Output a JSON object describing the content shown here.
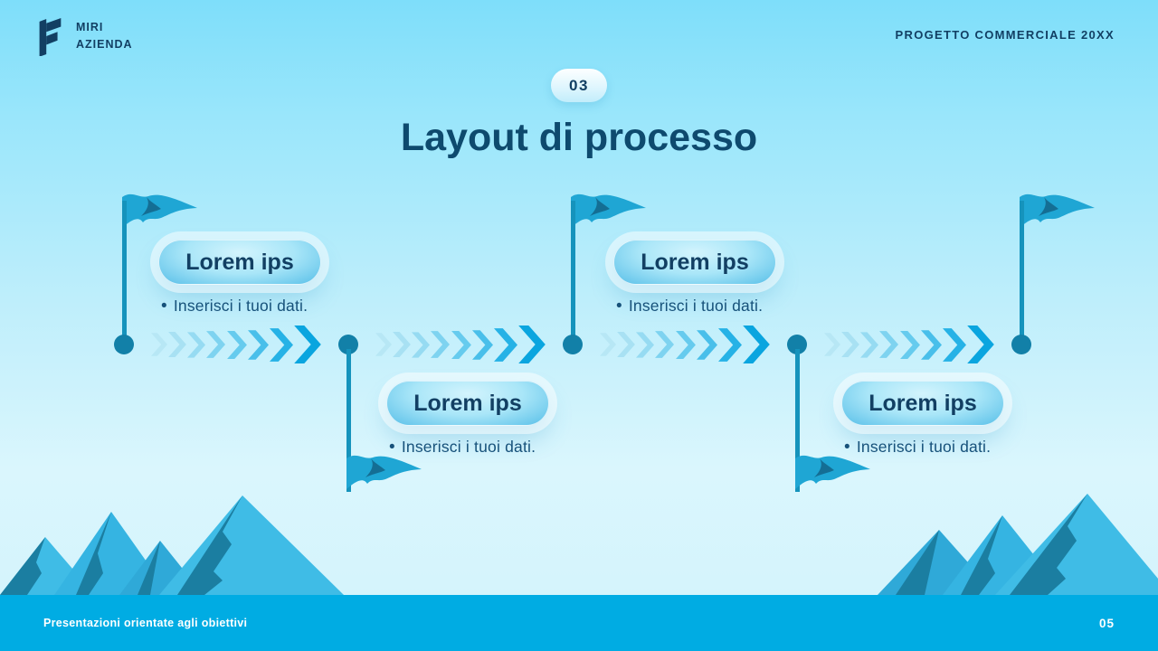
{
  "brand": {
    "line1": "MIRI",
    "line2": "AZIENDA",
    "logo_icon": "miri-azienda-monogram"
  },
  "header": {
    "right_text": "PROGETTO COMMERCIALE 20XX"
  },
  "slide": {
    "section_badge": "03",
    "title": "Layout di processo"
  },
  "process": {
    "bullet": "•",
    "milestone_count": 5,
    "steps": [
      {
        "label": "Lorem ips",
        "note": "Inserisci i tuoi dati.",
        "placement": "above"
      },
      {
        "label": "Lorem ips",
        "note": "Inserisci i tuoi dati.",
        "placement": "below"
      },
      {
        "label": "Lorem ips",
        "note": "Inserisci i tuoi dati.",
        "placement": "above"
      },
      {
        "label": "Lorem ips",
        "note": "Inserisci i tuoi dati.",
        "placement": "below"
      }
    ]
  },
  "footer": {
    "left_text": "Presentazioni orientate agli obiettivi",
    "page_number": "05"
  },
  "decor": {
    "chevrons": {
      "colors": [
        "#B7E7F5",
        "#A8E1F3",
        "#96DBF2",
        "#7ED3F0",
        "#66CBEE",
        "#49BFEA",
        "#26B2E6",
        "#0AA5DF"
      ],
      "heights": [
        26,
        28,
        29,
        30,
        31,
        33,
        37,
        42
      ]
    }
  },
  "colors": {
    "ink": "#123F63",
    "title": "#0E4A6E",
    "pill_text": "#123F63",
    "pole": "#1593BC",
    "dot": "#1280A8",
    "flag_main": "#1FA6D4",
    "flag_shadow": "#146E94",
    "mountain_light": "#3FBCE6",
    "mountain_dark": "#1B7EA1",
    "footer_bg": "#00ACE3",
    "footer_text": "#FFFFFF",
    "bg_top": "#7EDEFA",
    "bg_mid": "#BEEEFB",
    "bg_bottom": "#DAF6FD"
  }
}
